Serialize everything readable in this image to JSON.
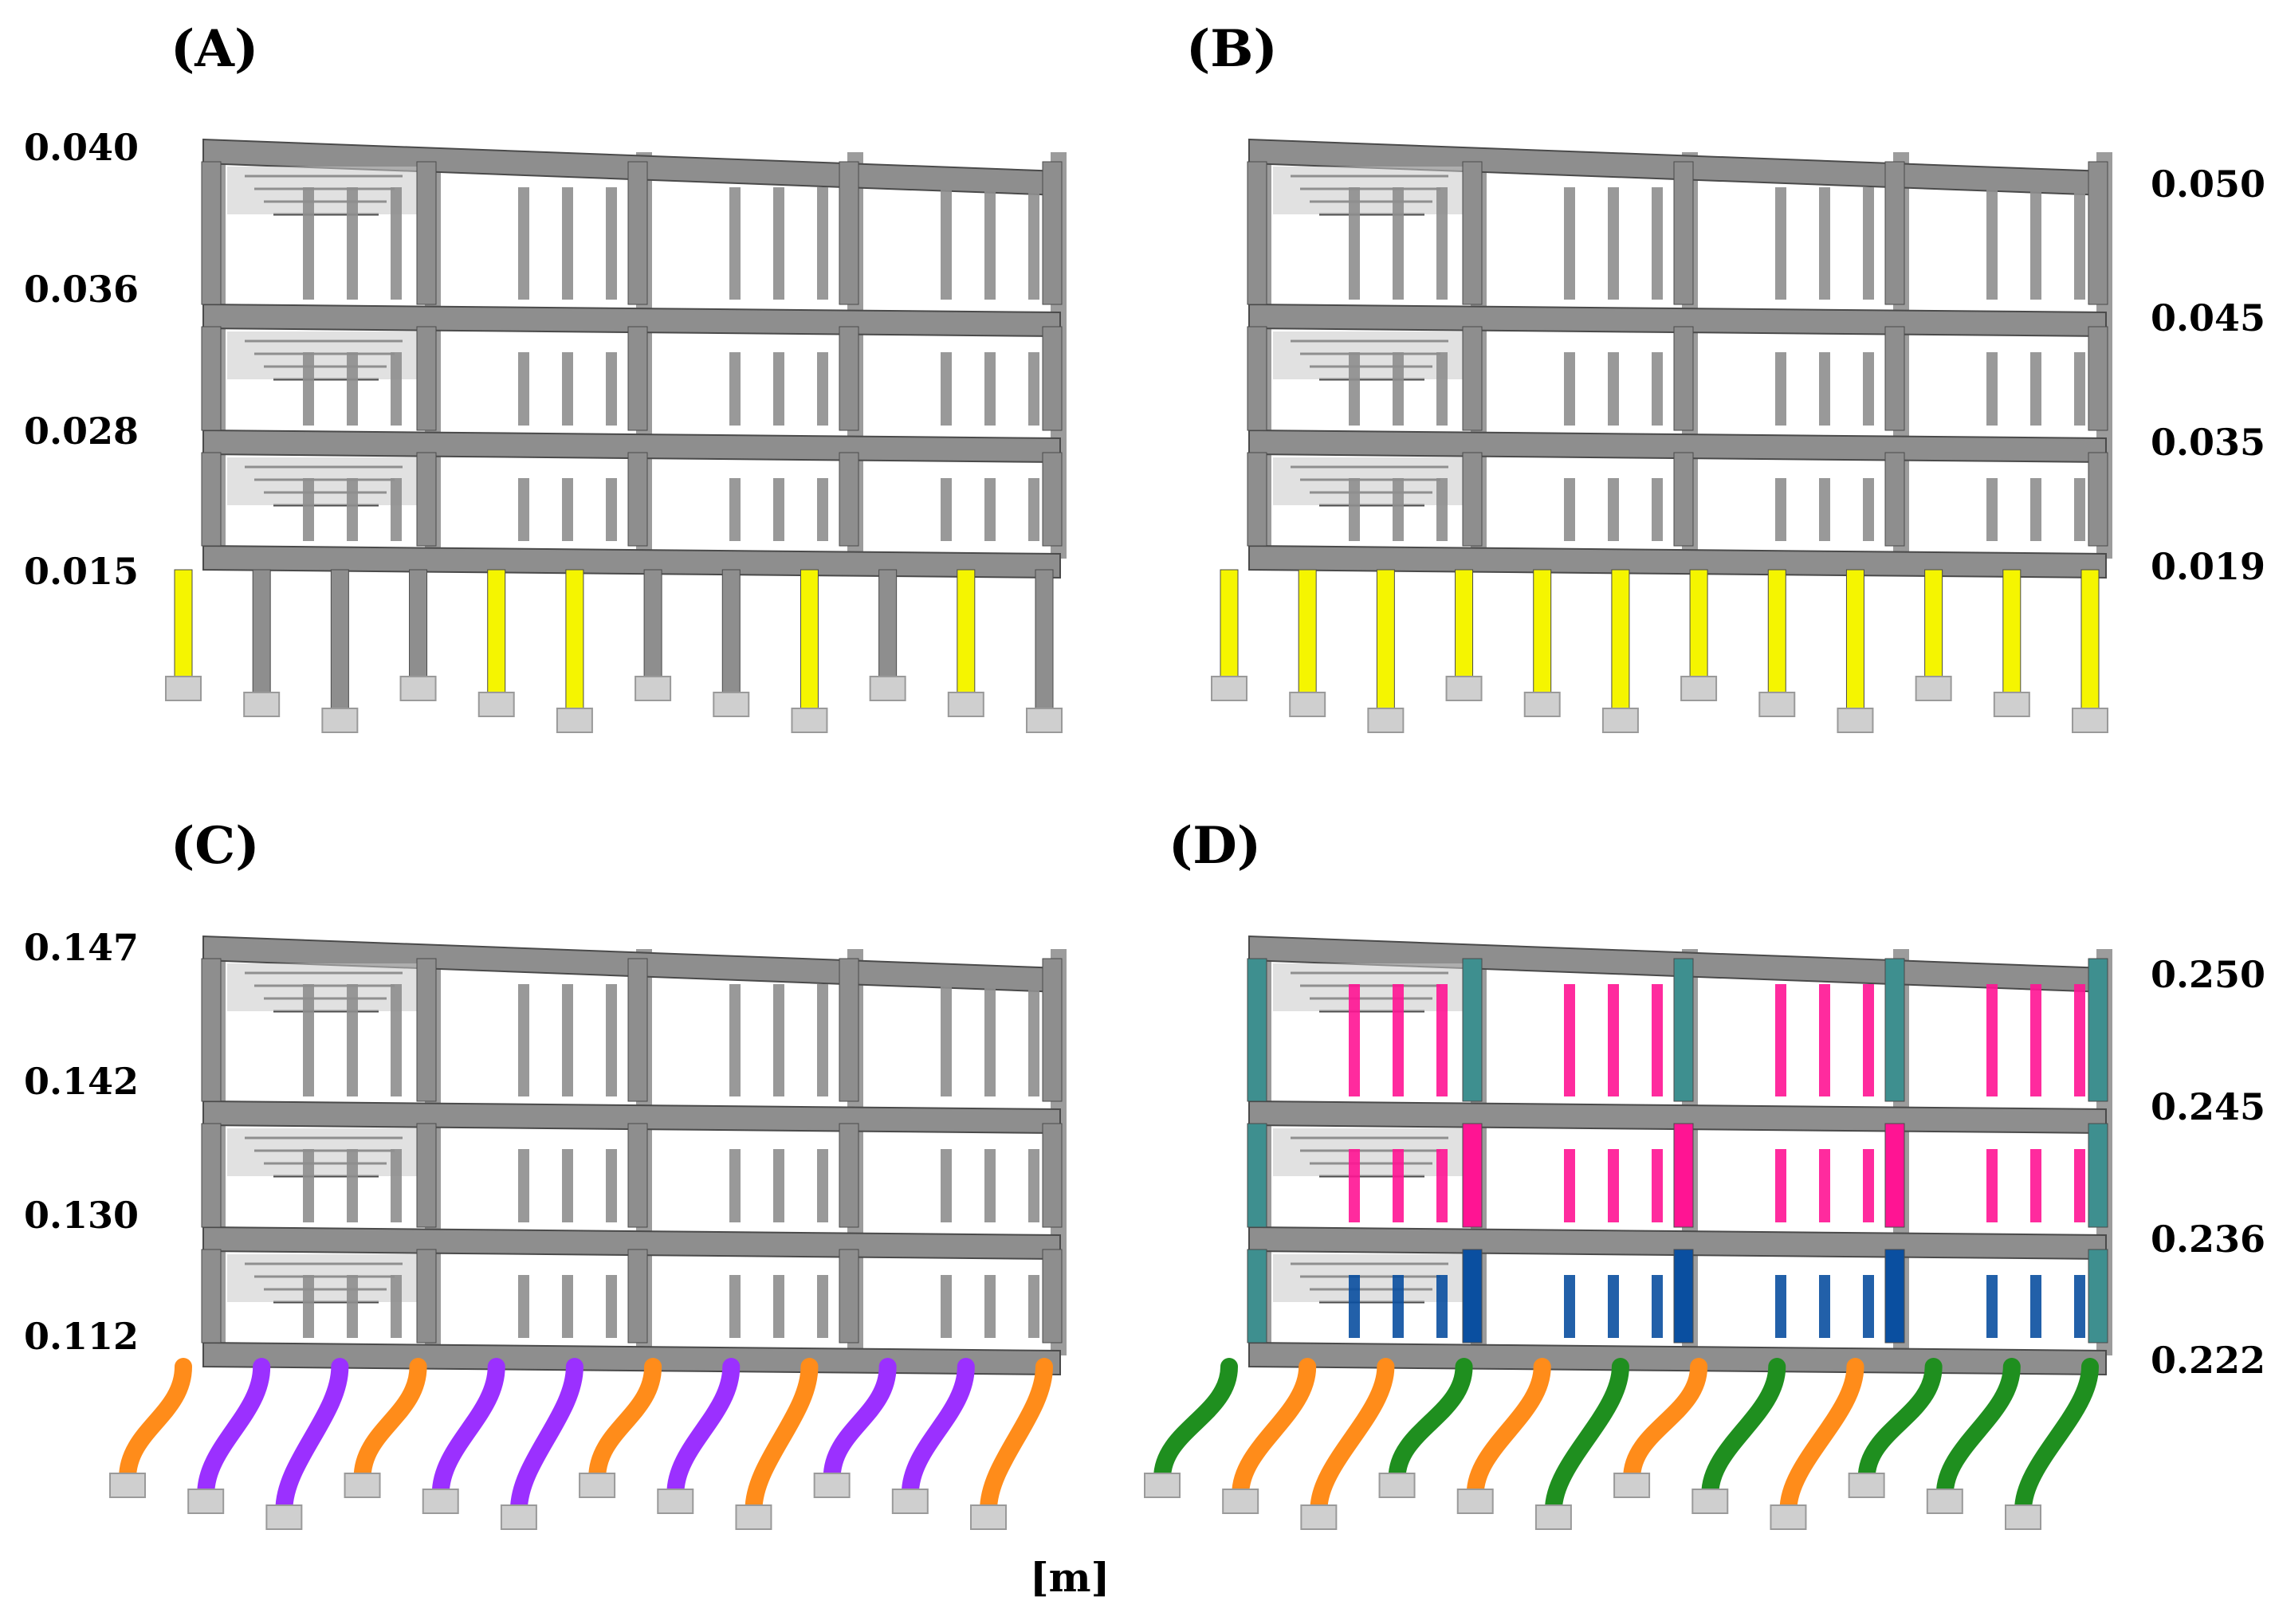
{
  "unit_label": "[m]",
  "colors": {
    "frame": "#8e8e8e",
    "frame_dark": "#4a4a4a",
    "slab_light": "#c9c9c9",
    "footing": "#cfcfcf",
    "yellow": "#f5f500",
    "orange": "#ff8c1a",
    "purple": "#9b30ff",
    "green": "#1f8f1f",
    "pink": "#ff1493",
    "blue": "#0a4fa0",
    "teal": "#3e8f8f"
  },
  "panels": [
    {
      "label": "(A)",
      "level_side": "left",
      "levels": [
        "0.040",
        "0.036",
        "0.028",
        "0.015"
      ],
      "deform": 0.0,
      "ground_colors": [
        "yellow",
        "frame",
        "frame",
        "frame",
        "yellow",
        "yellow",
        "frame",
        "frame",
        "yellow",
        "frame",
        "yellow",
        "frame"
      ],
      "story_colors": []
    },
    {
      "label": "(B)",
      "level_side": "right",
      "levels": [
        "0.050",
        "0.045",
        "0.035",
        "0.019"
      ],
      "deform": 0.0,
      "ground_colors": [
        "yellow",
        "yellow",
        "yellow",
        "yellow",
        "yellow",
        "yellow",
        "yellow",
        "yellow",
        "yellow",
        "yellow",
        "yellow",
        "yellow"
      ],
      "story_colors": []
    },
    {
      "label": "(C)",
      "level_side": "left",
      "levels": [
        "0.147",
        "0.142",
        "0.130",
        "0.112"
      ],
      "deform": 1.0,
      "ground_colors": [
        "orange",
        "purple",
        "purple",
        "orange",
        "purple",
        "purple",
        "orange",
        "purple",
        "orange",
        "purple",
        "purple",
        "orange"
      ],
      "story_colors": []
    },
    {
      "label": "(D)",
      "level_side": "right",
      "levels": [
        "0.250",
        "0.245",
        "0.236",
        "0.222"
      ],
      "deform": 1.2,
      "ground_colors": [
        "green",
        "orange",
        "orange",
        "green",
        "orange",
        "green",
        "orange",
        "green",
        "orange",
        "green",
        "green",
        "green"
      ],
      "story_colors": [
        "teal",
        "pink",
        "blue"
      ]
    }
  ]
}
